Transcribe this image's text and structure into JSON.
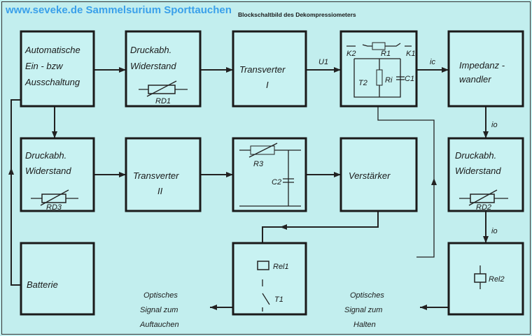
{
  "watermark": "www.seveke.de Sammelsurium Sporttauchen",
  "title": "Blockschaltbild des Dekompressiometers",
  "blocks": {
    "auto": [
      "Automatische",
      "Ein - bzw",
      "Ausschaltung"
    ],
    "druck1": [
      "Druckabh.",
      "Widerstand"
    ],
    "rd1": "RD1",
    "trans1": [
      "Transverter",
      "I"
    ],
    "rc": {
      "k2": "K2",
      "r1": "R1",
      "k1": "K1",
      "t2": "T2",
      "ri": "Ri",
      "c1": "C1"
    },
    "imp": [
      "Impedanz -",
      "wandler"
    ],
    "druck3": [
      "Druckabh.",
      "Widerstand"
    ],
    "rd3": "RD3",
    "trans2": [
      "Transverter",
      "II"
    ],
    "r3c2": {
      "r3": "R3",
      "c2": "C2"
    },
    "verst": "Verstärker",
    "druck2": [
      "Druckabh.",
      "Widerstand"
    ],
    "rd2": "RD2",
    "batt": "Batterie",
    "rel1": {
      "rel": "Rel1",
      "t1": "T1"
    },
    "rel2": "Rel2"
  },
  "signals": {
    "u1": "U1",
    "ic": "ic",
    "io1": "io",
    "io2": "io"
  },
  "outputs": {
    "left": [
      "Optisches",
      "Signal zum",
      "Auftauchen"
    ],
    "right": [
      "Optisches",
      "Signal zum",
      "Halten"
    ]
  }
}
